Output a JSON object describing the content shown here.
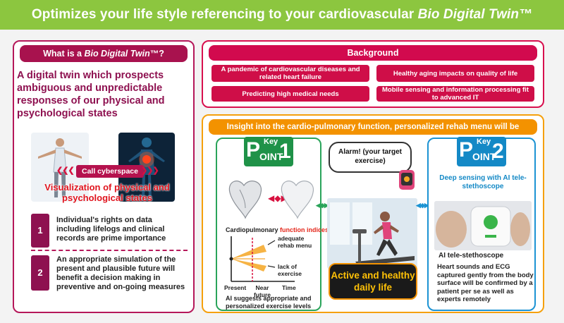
{
  "banner": {
    "title_prefix": "Optimizes your life style referencing to your cardiovascular ",
    "title_italic": "Bio Digital Twin™"
  },
  "what_is": {
    "header_prefix": "What is a ",
    "header_italic": "Bio Digital Twin",
    "header_suffix": "™?",
    "lead": "A digital twin which prospects ambiguous and unpredictable responses of our physical and psychological states",
    "cyber_label": "Call cyberspace",
    "visual_text": "Visualization of physical and psychological states",
    "points": [
      {
        "num": "1",
        "text": "Individual's rights on data including lifelogs and clinical records are prime importance"
      },
      {
        "num": "2",
        "text": "An appropriate simulation of the present and plausible future will benefit a decision making in preventive and on-going measures"
      }
    ]
  },
  "background": {
    "header": "Background",
    "items": [
      "A pandemic of cardiovascular diseases and related heart failure",
      "Healthy aging impacts on quality of life",
      "Predicting high medical needs",
      "Mobile sensing and information processing fit to advanced IT"
    ]
  },
  "insight": {
    "header": "Insight into the cardio-pulmonary function, personalized rehab menu will be provided",
    "key_word": "Key",
    "point_p": "P",
    "point_rest": "OINT",
    "kp1": {
      "num": "1",
      "cp_label_a": "Cardiopulmonary ",
      "cp_label_b": "function indices",
      "adequate": "adequate rehab menu",
      "lack": "lack of exercise",
      "x_present": "Present",
      "x_near": "Near future",
      "x_time": "Time",
      "footer": "AI suggests appropriate and personalized exercise levels"
    },
    "middle": {
      "alarm": "Alarm! (your target exercise)",
      "active": "Active and healthy daily life"
    },
    "kp2": {
      "num": "2",
      "deep": "Deep sensing with AI tele-stethoscope",
      "device_title": "AI tele-stethoscope",
      "device_text": "Heart sounds and ECG captured gently from the body surface will be confirmed by a patient per se as well as experts remotely"
    }
  },
  "colors": {
    "banner": "#8cc63f",
    "magenta": "#b5185a",
    "crimson": "#d20a4e",
    "orange": "#f39200",
    "green": "#1f9248",
    "blue": "#1489c6"
  }
}
